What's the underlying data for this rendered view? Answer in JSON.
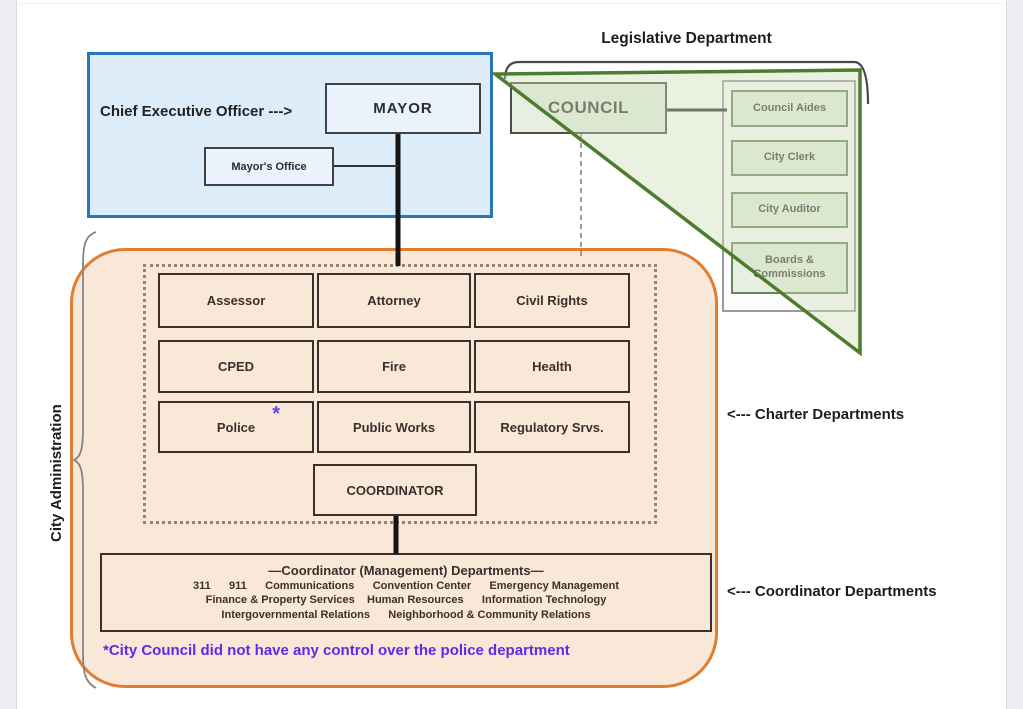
{
  "executive": {
    "ceo_label": "Chief Executive Officer --->",
    "mayor_label": "MAYOR",
    "mayors_office_label": "Mayor's Office"
  },
  "legislative": {
    "title": "Legislative Department",
    "council_label": "COUNCIL",
    "sub_units": [
      "Council Aides",
      "City Clerk",
      "City Auditor",
      "Boards & Commissions"
    ]
  },
  "administration": {
    "side_label": "City Administration",
    "charter_departments": {
      "cells": [
        "Assessor",
        "Attorney",
        "Civil Rights",
        "CPED",
        "Fire",
        "Health",
        "Police",
        "Public Works",
        "Regulatory Srvs."
      ],
      "police_asterisk": "*",
      "coordinator_label": "COORDINATOR"
    },
    "coordinator_departments": {
      "title": "—Coordinator (Management) Departments—",
      "lines": [
        "311      911      Communications      Convention Center      Emergency Management",
        "Finance & Property Services    Human Resources      Information Technology",
        "Intergovernmental Relations      Neighborhood & Community Relations"
      ]
    },
    "note": "*City Council did not have any control over the police department"
  },
  "annotations": {
    "charter_label": "<--- Charter Departments",
    "coordinator_label": "<--- Coordinator Departments"
  },
  "colors": {
    "executive_fill": "#dcedf9",
    "executive_border": "#2677bb",
    "legislative_fill": "#e7eee2",
    "legislative_border": "#4e7c2e",
    "admin_fill": "#f9e7d7",
    "admin_border": "#df7e31",
    "note_color": "#5b2ce8",
    "asterisk_color": "#6b3cf5"
  }
}
